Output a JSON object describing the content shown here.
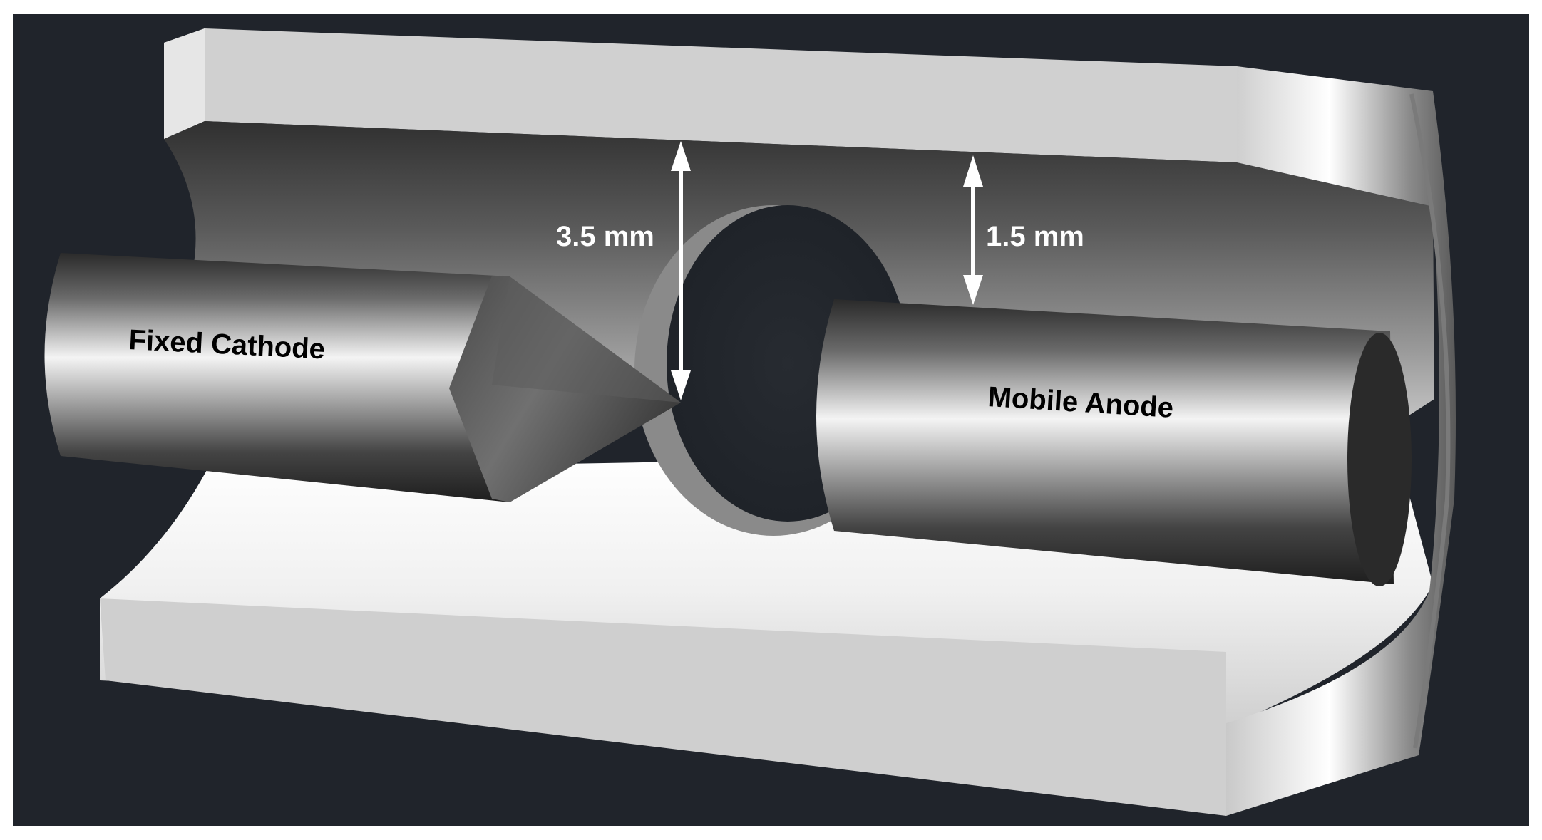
{
  "labels": {
    "cathode": "Fixed Cathode",
    "anode": "Mobile Anode"
  },
  "dimensions": {
    "cathode_gap": "3.5 mm",
    "anode_gap": "1.5 mm"
  },
  "colors": {
    "background": "#20242b",
    "frame": "#ffffff",
    "housing_light": "#d2d2d2",
    "housing_dark": "#3a3a3a",
    "electrode_dark": "#232323",
    "electrode_light": "#f2f2f2",
    "arrow": "#ffffff",
    "dimension_text": "#ffffff",
    "electrode_text": "#000000"
  }
}
